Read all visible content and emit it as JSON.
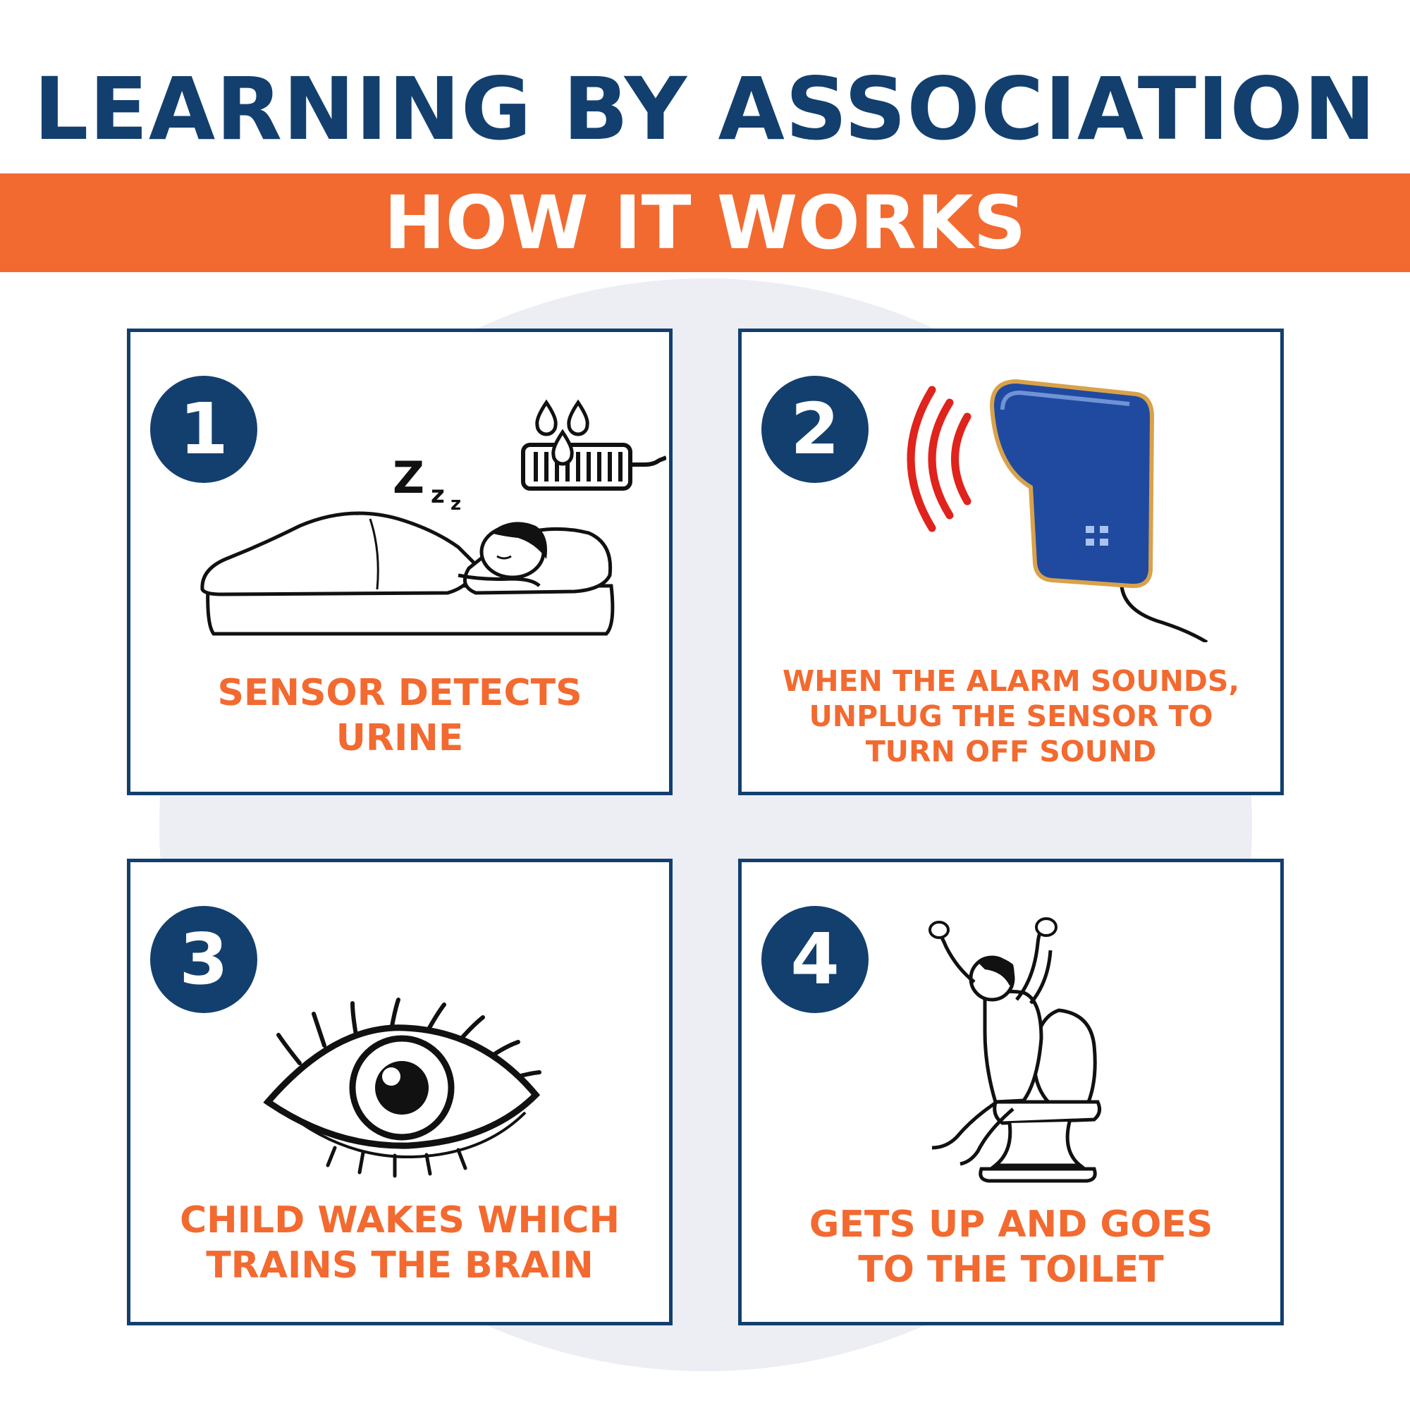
{
  "header": {
    "title": "LEARNING BY ASSOCIATION",
    "banner": "HOW IT WORKS"
  },
  "colors": {
    "navy": "#123f6e",
    "orange": "#f26a30",
    "background_circle": "#eceef4",
    "alarm_blue": "#1f4aa0",
    "alarm_waves": "#e0231c"
  },
  "steps": [
    {
      "number": "1",
      "caption_line1": "SENSOR DETECTS",
      "caption_line2": "URINE",
      "icon": "sleeping-child-with-sensor"
    },
    {
      "number": "2",
      "caption_line1": "WHEN THE ALARM SOUNDS,",
      "caption_line2": "UNPLUG THE SENSOR TO",
      "caption_line3": "TURN OFF SOUND",
      "icon": "alarm-unit-sounding"
    },
    {
      "number": "3",
      "caption_line1": "CHILD WAKES WHICH",
      "caption_line2": "TRAINS THE BRAIN",
      "icon": "eye-open"
    },
    {
      "number": "4",
      "caption_line1": "GETS UP AND GOES",
      "caption_line2": "TO THE TOILET",
      "icon": "child-on-toilet"
    }
  ]
}
